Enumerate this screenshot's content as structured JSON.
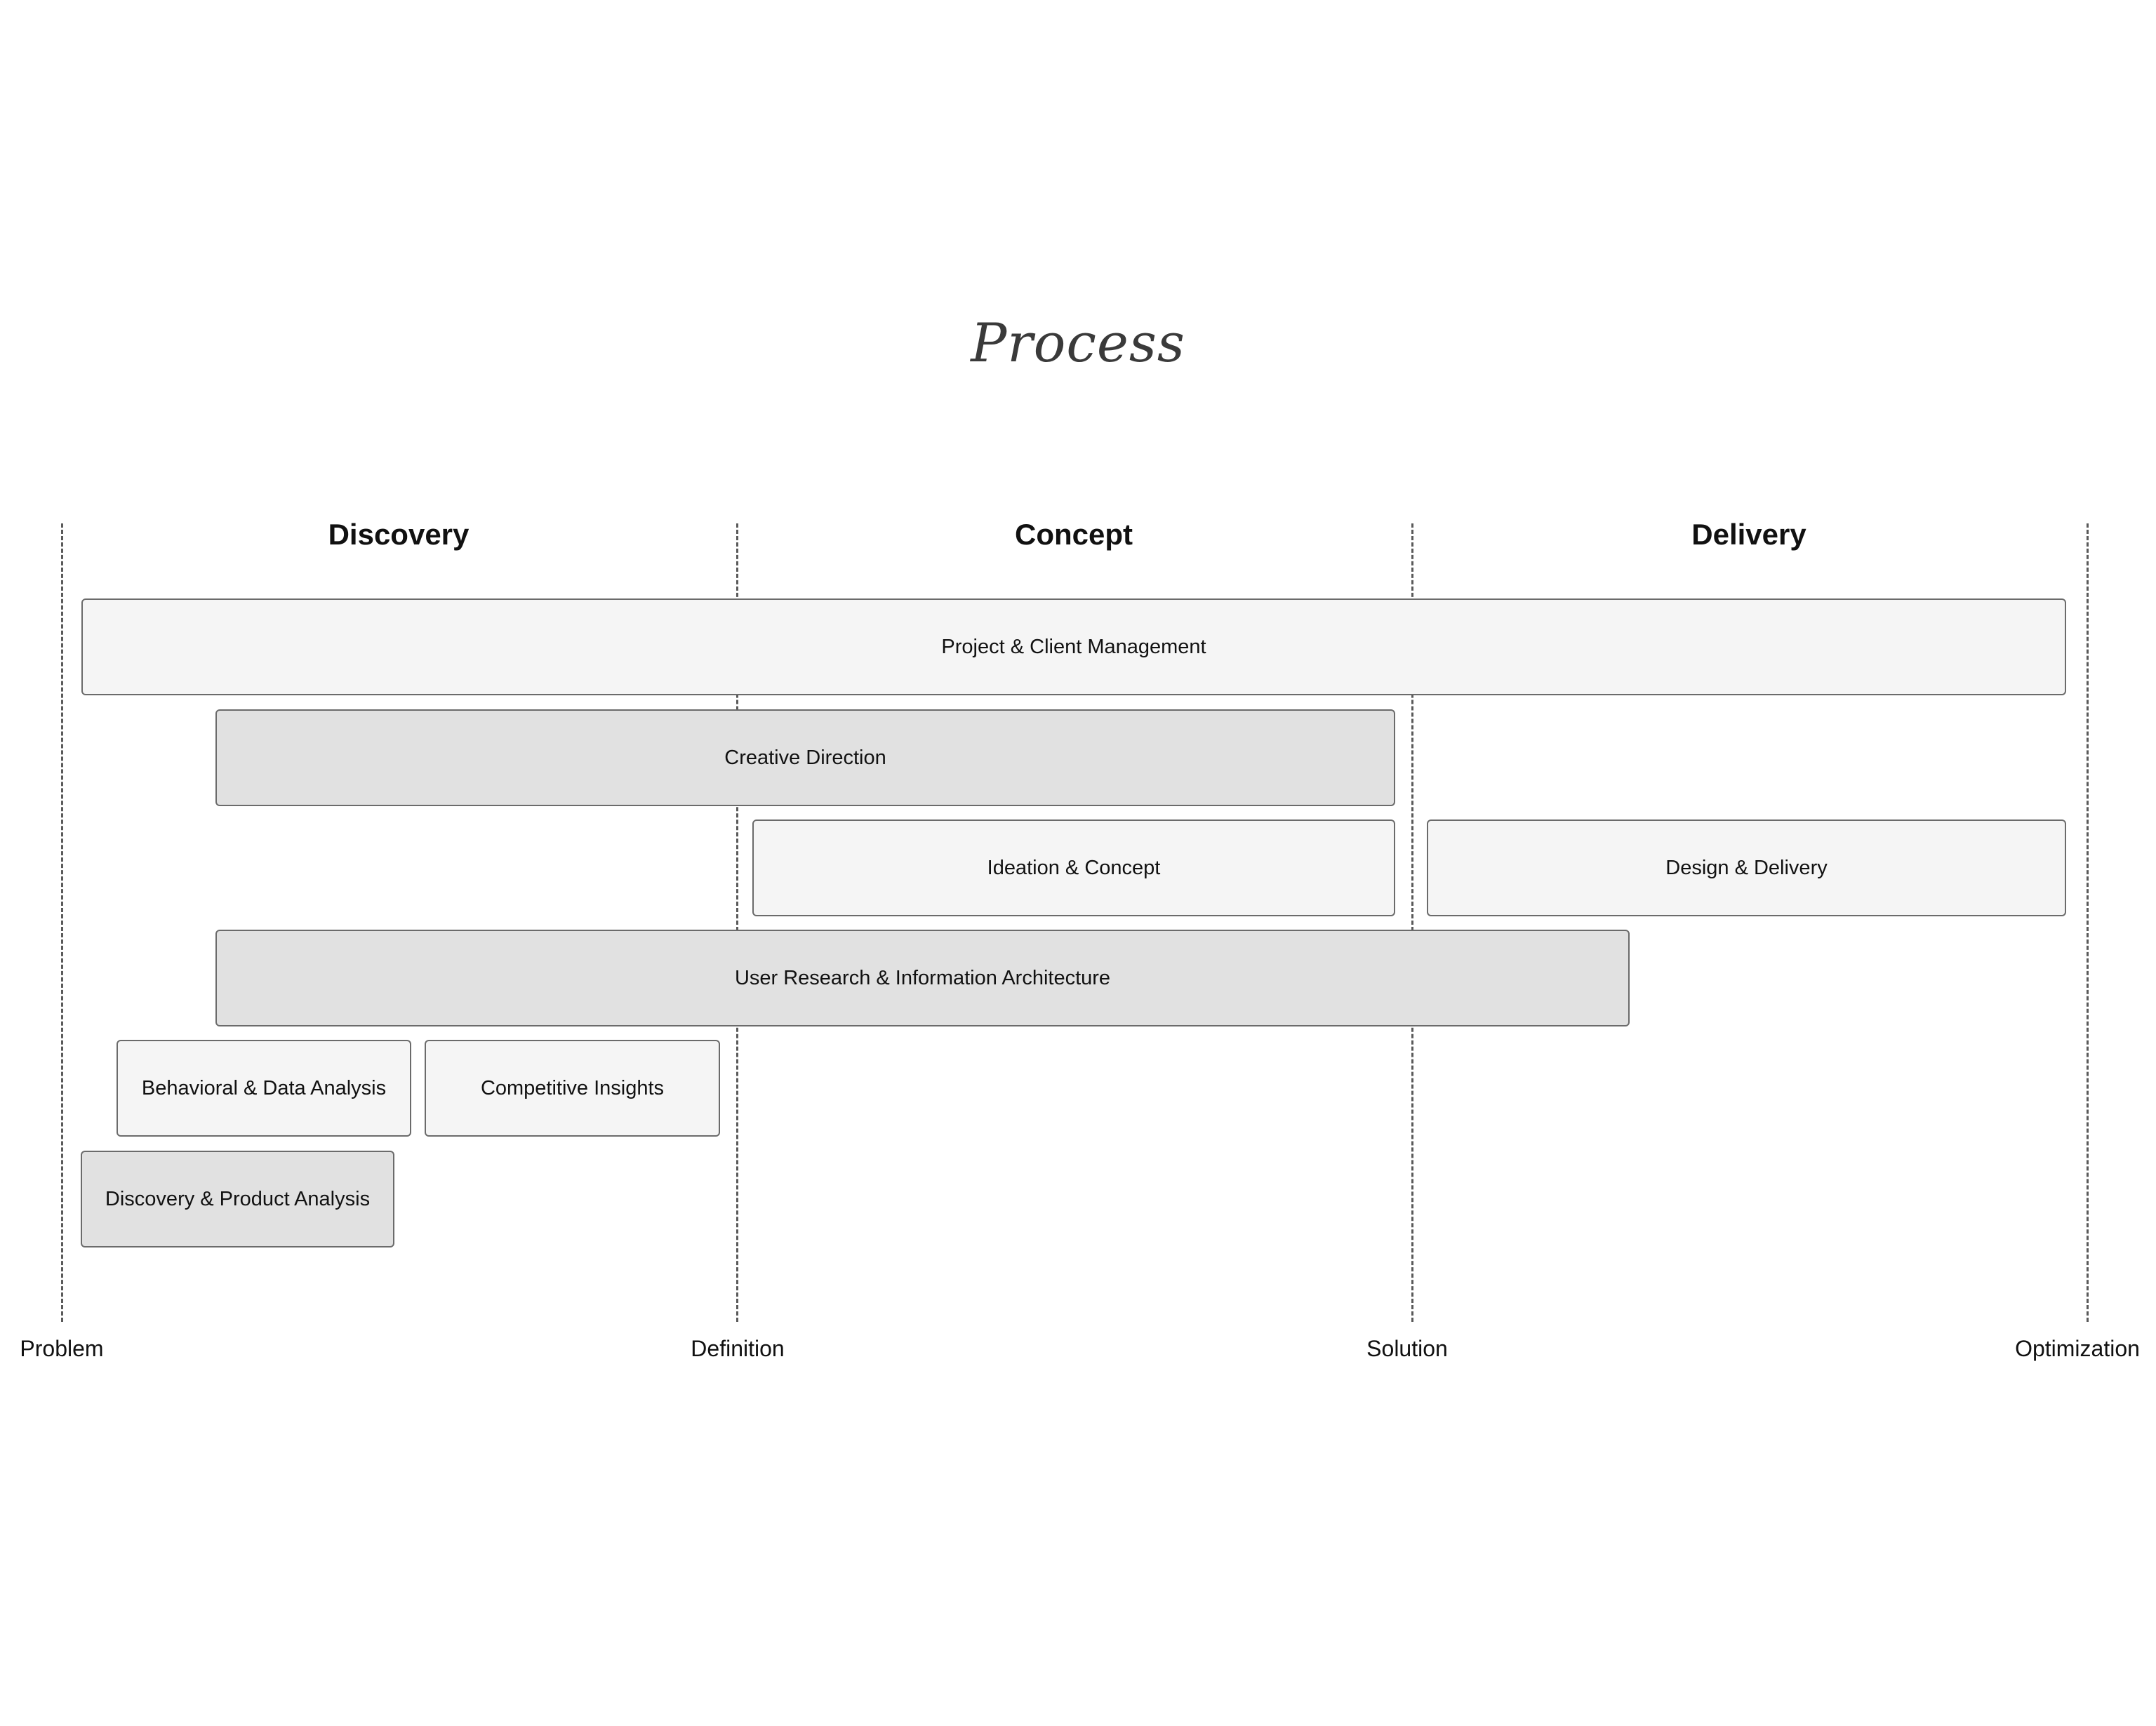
{
  "title": "Process",
  "phases": [
    "Discovery",
    "Concept",
    "Delivery"
  ],
  "milestones": [
    "Problem",
    "Definition",
    "Solution",
    "Optimization"
  ],
  "bars": [
    {
      "label": "Project & Client Management",
      "shade": "light"
    },
    {
      "label": "Creative Direction",
      "shade": "dark"
    },
    {
      "label": "Ideation & Concept",
      "shade": "light"
    },
    {
      "label": "Design & Delivery",
      "shade": "light"
    },
    {
      "label": "User Research & Information Architecture",
      "shade": "dark"
    },
    {
      "label": "Behavioral & Data Analysis",
      "shade": "light"
    },
    {
      "label": "Competitive Insights",
      "shade": "light"
    },
    {
      "label": "Discovery & Product Analysis",
      "shade": "dark"
    }
  ],
  "colors": {
    "bar_light": "#f5f5f5",
    "bar_dark": "#e1e1e1",
    "border": "#6b6b6b",
    "divider": "#5a5a5a"
  }
}
